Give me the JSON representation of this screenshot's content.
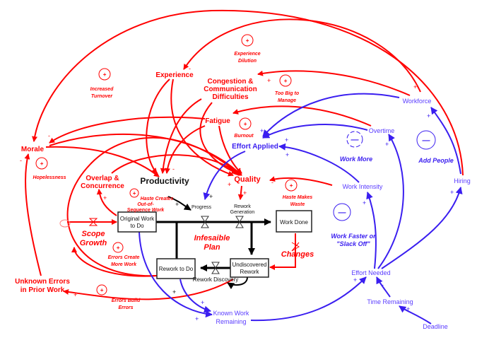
{
  "colors": {
    "red": "#ff0000",
    "blue": "#3a1ef0",
    "black": "#111111"
  },
  "variables": {
    "experience": "Experience",
    "congestion": [
      "Congestion &",
      "Communication",
      "Difficulties"
    ],
    "fatigue": "Fatigue",
    "effort_applied": "Effort Applied",
    "morale": "Morale",
    "overlap": [
      "Overlap &",
      "Concurrence"
    ],
    "productivity": "Productivity",
    "quality": "Quality",
    "progress": "Progress",
    "rework_generation": [
      "Rework",
      "Generation"
    ],
    "workforce": "Workforce",
    "overtime": "Overtime",
    "work_intensity": "Work Intensity",
    "hiring": "Hiring",
    "effort_needed": "Effort Needed",
    "time_remaining": "Time Remaining",
    "deadline": "Deadline",
    "known_work_remaining": [
      "Known Work",
      "Remaining"
    ],
    "unknown_errors": [
      "Unknown Errors",
      "in Prior Work"
    ],
    "scope_growth": [
      "Scope",
      "Growth"
    ],
    "changes": "Changes",
    "rework_discovery": "Rework Discovery",
    "infeasible_plan": [
      "Infesaible",
      "Plan"
    ]
  },
  "stocks": {
    "original_work": [
      "Original Work",
      "to Do"
    ],
    "work_done": "Work Done",
    "rework_to_do": "Rework to Do",
    "undiscovered_rework": [
      "Undiscovered",
      "Rework"
    ]
  },
  "loops": {
    "increased_turnover": {
      "label": [
        "Increased",
        "Turnover"
      ],
      "polarity": "+"
    },
    "experience_dilution": {
      "label": [
        "Experience",
        "Dilution"
      ],
      "polarity": "+"
    },
    "too_big": {
      "label": [
        "Too Big to",
        "Manage"
      ],
      "polarity": "+"
    },
    "burnout": {
      "label": [
        "Burnout"
      ],
      "polarity": "+"
    },
    "hopelessness": {
      "label": [
        "Hopelessness"
      ],
      "polarity": "+"
    },
    "haste_out_of_sequence": {
      "label": [
        "Haste Creates",
        "Out-of-",
        "Sequence Work"
      ],
      "polarity": "+"
    },
    "haste_waste": {
      "label": [
        "Haste Makes",
        "Waste"
      ],
      "polarity": "+"
    },
    "errors_create_work": {
      "label": [
        "Errors Create",
        "More Work"
      ],
      "polarity": "+"
    },
    "errors_build_errors": {
      "label": [
        "Errors Build",
        "Errors"
      ],
      "polarity": "+"
    },
    "work_more": {
      "label": [
        "Work More"
      ],
      "polarity": "—"
    },
    "add_people": {
      "label": [
        "Add People"
      ],
      "polarity": "—"
    },
    "work_faster": {
      "label": [
        "Work Faster or",
        "\"Slack Off\""
      ],
      "polarity": "—"
    }
  },
  "signs": {
    "plus": "+",
    "minus": "-"
  }
}
